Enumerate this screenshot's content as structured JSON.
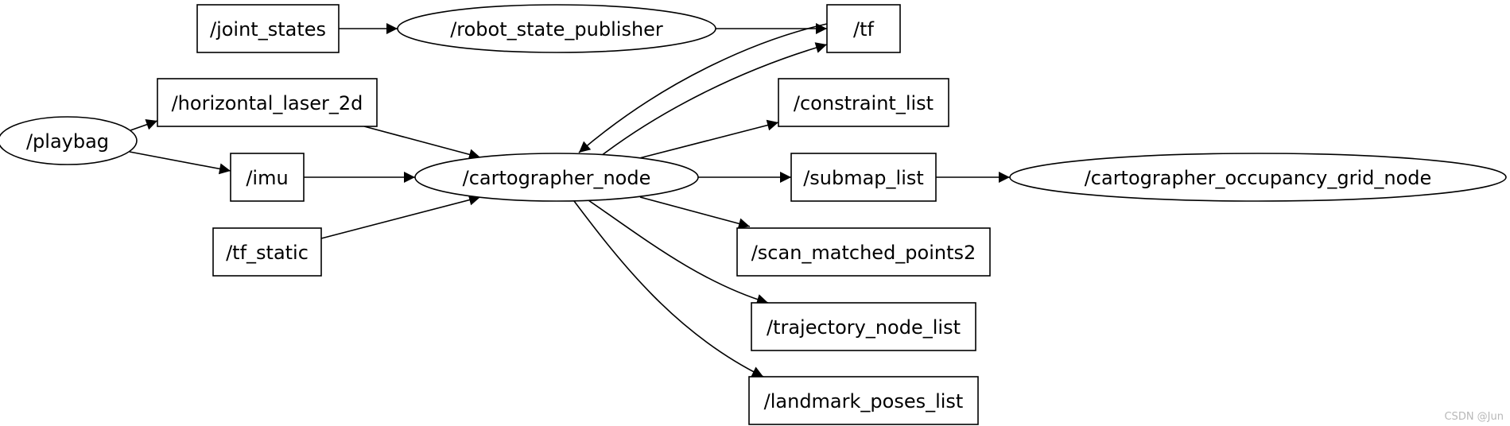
{
  "graph": {
    "nodes": [
      {
        "id": "joint_states",
        "label": "/joint_states",
        "shape": "box",
        "kind": "topic"
      },
      {
        "id": "robot_state_publisher",
        "label": "/robot_state_publisher",
        "shape": "ellipse",
        "kind": "node"
      },
      {
        "id": "tf",
        "label": "/tf",
        "shape": "box",
        "kind": "topic"
      },
      {
        "id": "horizontal_laser_2d",
        "label": "/horizontal_laser_2d",
        "shape": "box",
        "kind": "topic"
      },
      {
        "id": "playbag",
        "label": "/playbag",
        "shape": "ellipse",
        "kind": "node"
      },
      {
        "id": "imu",
        "label": "/imu",
        "shape": "box",
        "kind": "topic"
      },
      {
        "id": "tf_static",
        "label": "/tf_static",
        "shape": "box",
        "kind": "topic"
      },
      {
        "id": "cartographer_node",
        "label": "/cartographer_node",
        "shape": "ellipse",
        "kind": "node"
      },
      {
        "id": "constraint_list",
        "label": "/constraint_list",
        "shape": "box",
        "kind": "topic"
      },
      {
        "id": "submap_list",
        "label": "/submap_list",
        "shape": "box",
        "kind": "topic"
      },
      {
        "id": "cartographer_occupancy_grid_node",
        "label": "/cartographer_occupancy_grid_node",
        "shape": "ellipse",
        "kind": "node"
      },
      {
        "id": "scan_matched_points2",
        "label": "/scan_matched_points2",
        "shape": "box",
        "kind": "topic"
      },
      {
        "id": "trajectory_node_list",
        "label": "/trajectory_node_list",
        "shape": "box",
        "kind": "topic"
      },
      {
        "id": "landmark_poses_list",
        "label": "/landmark_poses_list",
        "shape": "box",
        "kind": "topic"
      }
    ],
    "edges": [
      {
        "from": "joint_states",
        "to": "robot_state_publisher"
      },
      {
        "from": "robot_state_publisher",
        "to": "tf"
      },
      {
        "from": "playbag",
        "to": "horizontal_laser_2d"
      },
      {
        "from": "playbag",
        "to": "imu"
      },
      {
        "from": "horizontal_laser_2d",
        "to": "cartographer_node"
      },
      {
        "from": "imu",
        "to": "cartographer_node"
      },
      {
        "from": "tf_static",
        "to": "cartographer_node"
      },
      {
        "from": "tf",
        "to": "cartographer_node"
      },
      {
        "from": "cartographer_node",
        "to": "tf"
      },
      {
        "from": "cartographer_node",
        "to": "constraint_list"
      },
      {
        "from": "cartographer_node",
        "to": "submap_list"
      },
      {
        "from": "submap_list",
        "to": "cartographer_occupancy_grid_node"
      },
      {
        "from": "cartographer_node",
        "to": "scan_matched_points2"
      },
      {
        "from": "cartographer_node",
        "to": "trajectory_node_list"
      },
      {
        "from": "cartographer_node",
        "to": "landmark_poses_list"
      }
    ]
  },
  "watermark": "CSDN @Jun"
}
